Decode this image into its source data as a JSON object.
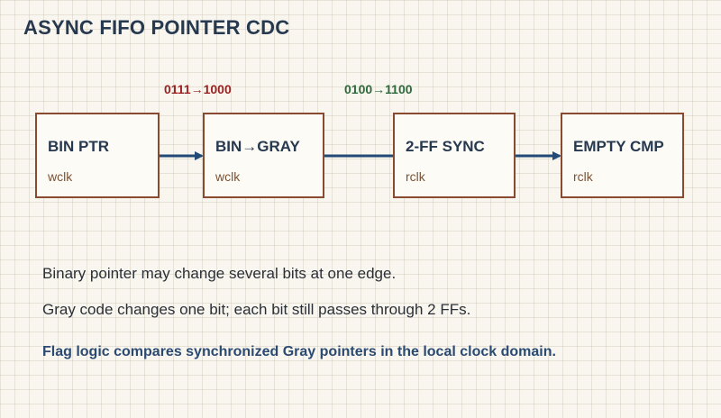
{
  "title": "ASYNC FIFO POINTER CDC",
  "transitions": {
    "binary": "0111→1000",
    "gray": "0100→1100"
  },
  "stages": [
    {
      "name": "BIN PTR",
      "clock": "wclk"
    },
    {
      "name": "BIN→GRAY",
      "clock": "wclk"
    },
    {
      "name": "2-FF SYNC",
      "clock": "rclk"
    },
    {
      "name": "EMPTY CMP",
      "clock": "rclk"
    }
  ],
  "notes": {
    "line1": "Binary pointer may change several bits at one edge.",
    "line2": "Gray code changes one bit; each bit still passes through 2 FFs.",
    "line3": "Flag logic compares synchronized Gray pointers in the local clock domain."
  },
  "colors": {
    "box_border": "#8a4a30",
    "arrow": "#234a76",
    "binary_transition": "#9b2323",
    "gray_transition": "#2f6a3c",
    "title": "#27394f"
  }
}
